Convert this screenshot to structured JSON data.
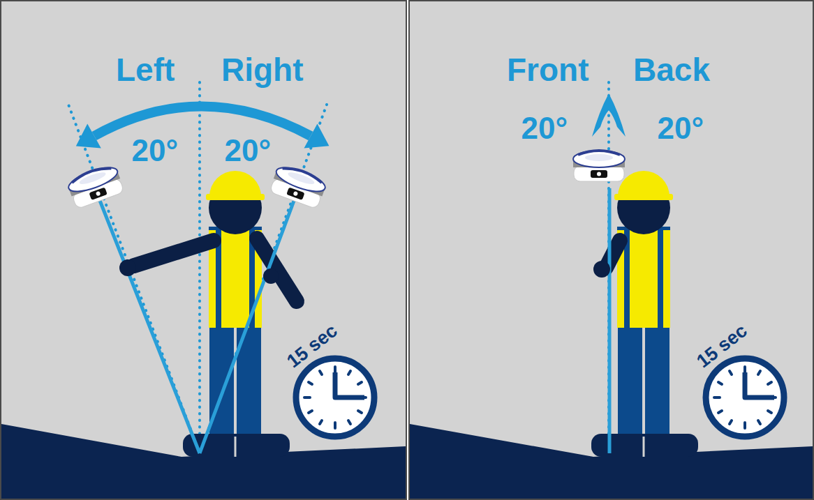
{
  "diagram": {
    "labels": [
      "Left",
      "Right",
      "20°",
      "20°",
      "15 sec",
      "Front",
      "Back",
      "20°",
      "20°",
      "15 sec"
    ]
  }
}
